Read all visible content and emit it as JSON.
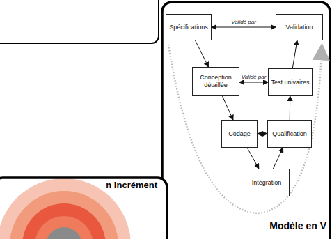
{
  "diagram": {
    "nodes": [
      {
        "text": [
          "Spécifications"
        ]
      },
      {
        "text": [
          "Validation"
        ]
      },
      {
        "text": [
          "Conception détaillée"
        ]
      },
      {
        "text": [
          "Test univaires"
        ]
      },
      {
        "text": [
          "Codage"
        ]
      },
      {
        "text": [
          "Qualification"
        ]
      },
      {
        "text": [
          "Intégration"
        ]
      }
    ],
    "edges": [
      {
        "from": 0,
        "to": 1,
        "label": "Validé par",
        "arrow": "both"
      },
      {
        "from": 2,
        "to": 3,
        "label": "Validé par",
        "arrow": "both"
      },
      {
        "from": 0,
        "to": 2,
        "arrow": "to"
      },
      {
        "from": 2,
        "to": 4,
        "arrow": "to"
      },
      {
        "from": 4,
        "to": 5,
        "arrow": "both"
      },
      {
        "from": 4,
        "to": 6,
        "arrow": "to"
      },
      {
        "from": 6,
        "to": 5,
        "arrow": "to"
      },
      {
        "from": 5,
        "to": 3,
        "arrow": "to"
      },
      {
        "from": 3,
        "to": 1,
        "arrow": "to"
      }
    ],
    "labels": [
      "n Incrément",
      "Modèle en V"
    ]
  }
}
